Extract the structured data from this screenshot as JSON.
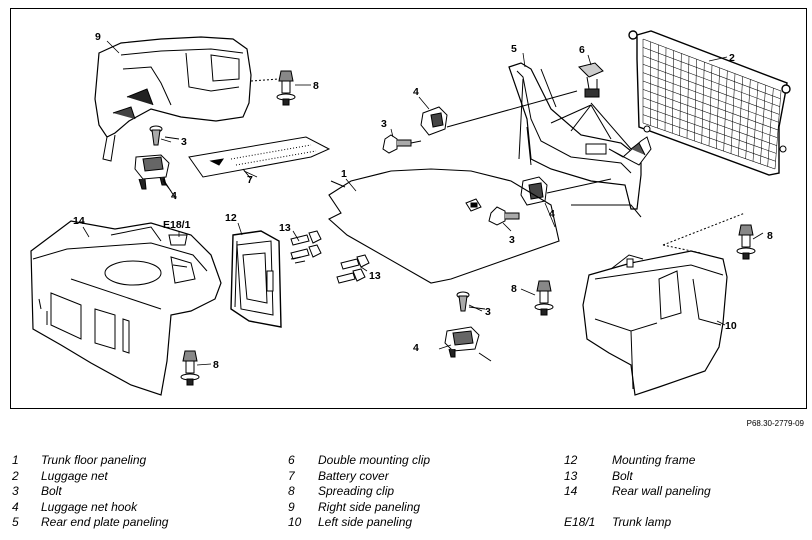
{
  "figure_code": "P68.30-2779-09",
  "callouts": {
    "c1": "1",
    "c2": "2",
    "c3a": "3",
    "c3b": "3",
    "c3c": "3",
    "c4a": "4",
    "c4b": "4",
    "c4c": "4",
    "c4d": "4",
    "c5": "5",
    "c6": "6",
    "c7": "7",
    "c8a": "8",
    "c8b": "8",
    "c8c": "8",
    "c8d": "8",
    "c9": "9",
    "c10": "10",
    "c12": "12",
    "c13a": "13",
    "c13b": "13",
    "c14": "14",
    "e181": "E18/1"
  },
  "legend": {
    "col1": [
      {
        "num": "1",
        "label": "Trunk floor paneling"
      },
      {
        "num": "2",
        "label": "Luggage net"
      },
      {
        "num": "3",
        "label": "Bolt"
      },
      {
        "num": "4",
        "label": "Luggage net hook"
      },
      {
        "num": "5",
        "label": "Rear end plate paneling"
      }
    ],
    "col2": [
      {
        "num": "6",
        "label": "Double mounting clip"
      },
      {
        "num": "7",
        "label": "Battery cover"
      },
      {
        "num": "8",
        "label": "Spreading clip"
      },
      {
        "num": "9",
        "label": "Right side paneling"
      },
      {
        "num": "10",
        "label": "Left side paneling"
      }
    ],
    "col3": [
      {
        "num": "12",
        "label": "Mounting frame"
      },
      {
        "num": "13",
        "label": "Bolt"
      },
      {
        "num": "14",
        "label": "Rear wall paneling"
      },
      {
        "num": "",
        "label": ""
      },
      {
        "num": "E18/1",
        "label": "Trunk lamp"
      }
    ]
  }
}
